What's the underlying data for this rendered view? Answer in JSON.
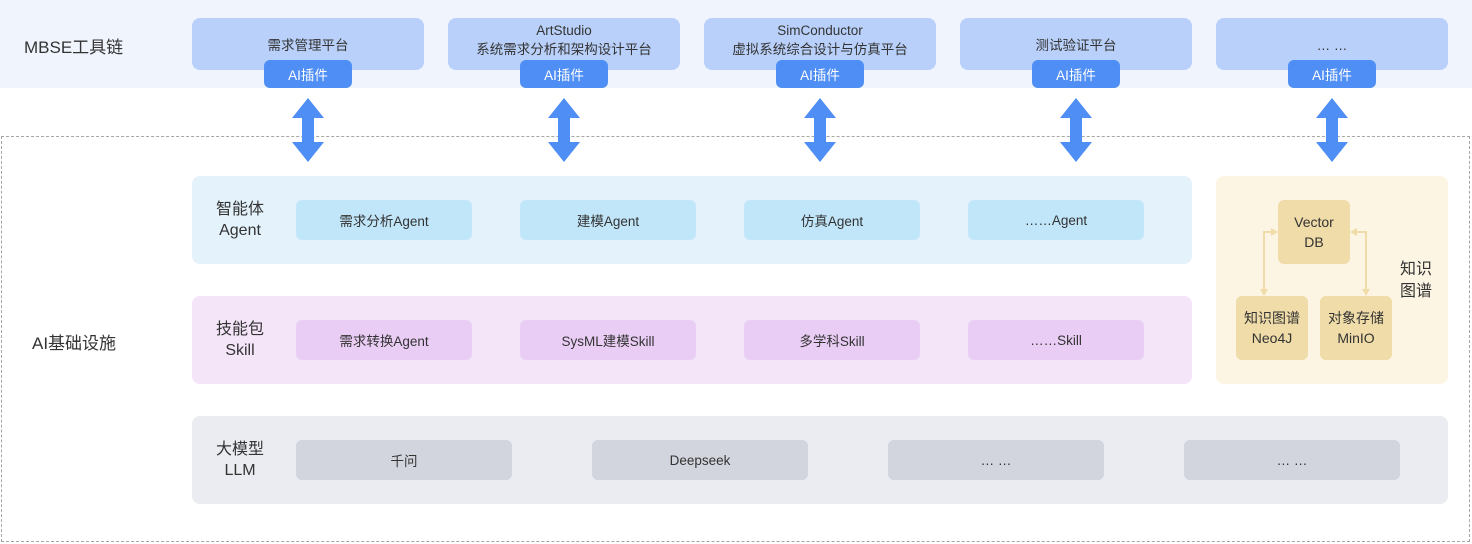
{
  "toolchain": {
    "title": "MBSE工具链",
    "platforms": [
      {
        "lines": [
          "需求管理平台"
        ],
        "plugin": "AI插件"
      },
      {
        "lines": [
          "ArtStudio",
          "系统需求分析和架构设计平台"
        ],
        "plugin": "AI插件"
      },
      {
        "lines": [
          "SimConductor",
          "虚拟系统综合设计与仿真平台"
        ],
        "plugin": "AI插件"
      },
      {
        "lines": [
          "测试验证平台"
        ],
        "plugin": "AI插件"
      },
      {
        "lines": [
          "… …"
        ],
        "plugin": "AI插件"
      }
    ]
  },
  "infrastructure": {
    "title": "AI基础设施",
    "layers": [
      {
        "label": [
          "智能体",
          "Agent"
        ],
        "items": [
          "需求分析Agent",
          "建模Agent",
          "仿真Agent",
          "……Agent"
        ]
      },
      {
        "label": [
          "技能包",
          "Skill"
        ],
        "items": [
          "需求转换Agent",
          "SysML建模Skill",
          "多学科Skill",
          "……Skill"
        ]
      },
      {
        "label": [
          "大模型",
          "LLM"
        ],
        "items": [
          "千问",
          "Deepseek",
          "… …",
          "… …"
        ]
      }
    ],
    "knowledge_graph": {
      "title": [
        "知识",
        "图谱"
      ],
      "vector_db": [
        "Vector",
        "DB"
      ],
      "graph_db": [
        "知识图谱",
        "Neo4J"
      ],
      "object_store": [
        "对象存储",
        "MinIO"
      ]
    }
  },
  "colors": {
    "top_band": "#f0f5fd",
    "platform": "#b9d1fa",
    "plugin": "#4f8ef5",
    "arrow": "#4f8ef5",
    "agent_layer": "#e3f2fb",
    "agent_chip": "#c1e6f9",
    "skill_layer": "#f4e5f9",
    "skill_chip": "#eacdf5",
    "llm_layer": "#ebecf1",
    "llm_chip": "#d3d5de",
    "kg_panel": "#fdf5e3",
    "kg_node": "#f0dca8",
    "kg_connector": "#f0dca8"
  }
}
